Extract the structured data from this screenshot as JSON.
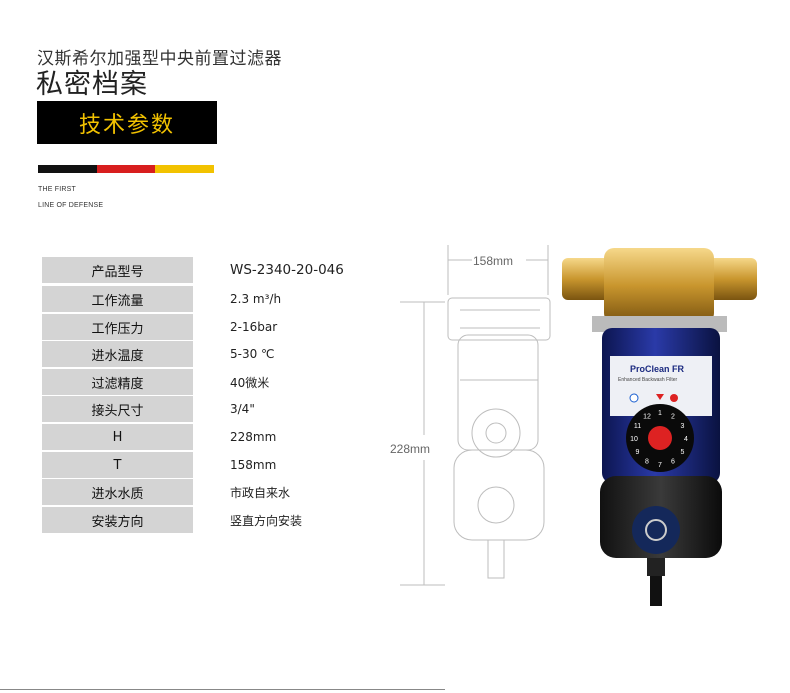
{
  "header": {
    "subtitle": "汉斯希尔加强型中央前置过滤器",
    "title": "私密档案",
    "badge": "技术参数",
    "tagline_line1": "THE FIRST",
    "tagline_line2": "LINE OF DEFENSE",
    "flag_colors": [
      "#111111",
      "#d81e1e",
      "#f2c200"
    ]
  },
  "specs": [
    {
      "label": "产品型号",
      "value": "WS-2340-20-046"
    },
    {
      "label": "工作流量",
      "value": "2.3 m³/h"
    },
    {
      "label": "工作压力",
      "value": "2-16bar"
    },
    {
      "label": "进水温度",
      "value": "5-30 ℃"
    },
    {
      "label": "过滤精度",
      "value": "40微米"
    },
    {
      "label": "接头尺寸",
      "value": "3/4\""
    },
    {
      "label": "H",
      "value": "228mm"
    },
    {
      "label": "T",
      "value": "158mm"
    },
    {
      "label": "进水水质",
      "value": "市政自来水"
    },
    {
      "label": "安装方向",
      "value": "竖直方向安装"
    }
  ],
  "diagram": {
    "width_label": "158mm",
    "height_label": "228mm"
  },
  "product": {
    "brand": "ProClean FR",
    "brand_sub": "Enhanced Backwash Filter",
    "dial_numbers": [
      "1",
      "2",
      "3",
      "4",
      "5",
      "6",
      "7",
      "8",
      "9",
      "10",
      "11",
      "12"
    ]
  }
}
